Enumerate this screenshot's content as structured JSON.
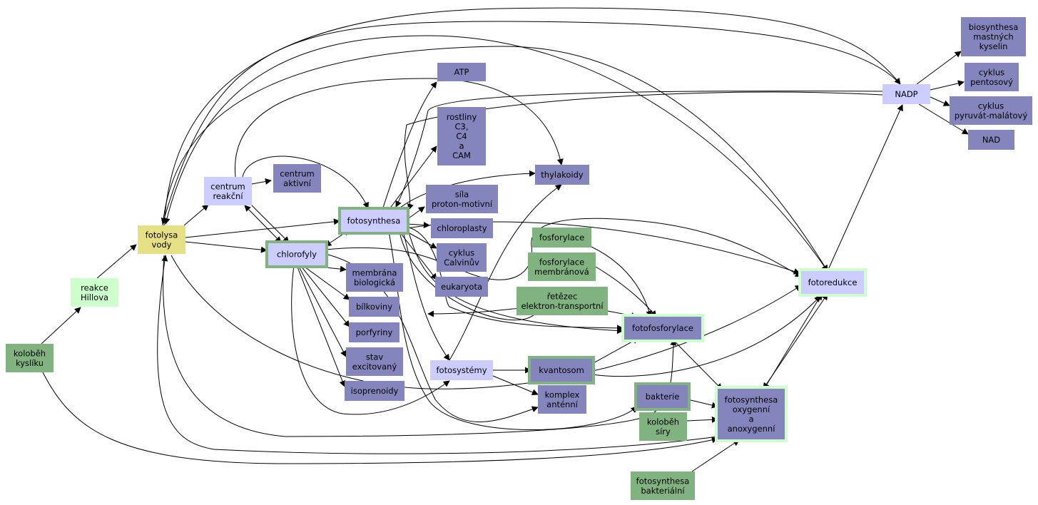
{
  "colors": {
    "blue": "#8585bd",
    "lightblue": "#ccccff",
    "green": "#80b380",
    "lightgreen": "#ccffcc",
    "yellow": "#e6e085",
    "edge": "#000000"
  },
  "nodes": {
    "kolobeh_kysliku": {
      "lines": [
        "koloběh",
        "kyslíku"
      ]
    },
    "reakce_hillova": {
      "lines": [
        "reakce",
        "Hillova"
      ]
    },
    "fotolysa_vody": {
      "lines": [
        "fotolysa",
        "vody"
      ]
    },
    "centrum_reakcni": {
      "lines": [
        "centrum",
        "reakční"
      ]
    },
    "centrum_aktivni": {
      "lines": [
        "centrum",
        "aktivní"
      ]
    },
    "chlorofyly": {
      "lines": [
        "chlorofyly"
      ]
    },
    "fotosynthesa": {
      "lines": [
        "fotosynthesa"
      ]
    },
    "atp": {
      "lines": [
        "ATP"
      ]
    },
    "rostliny": {
      "lines": [
        "rostliny",
        "C3,",
        "C4",
        "a",
        "CAM"
      ]
    },
    "sila": {
      "lines": [
        "síla",
        "proton-motivní"
      ]
    },
    "chloroplasty": {
      "lines": [
        "chloroplasty"
      ]
    },
    "cyklus_calvinuv": {
      "lines": [
        "cyklus",
        "Calvinův"
      ]
    },
    "eukaryota": {
      "lines": [
        "eukaryota"
      ]
    },
    "membrana": {
      "lines": [
        "membrána",
        "biologická"
      ]
    },
    "bilkoviny": {
      "lines": [
        "bílkoviny"
      ]
    },
    "porfyriny": {
      "lines": [
        "porfyriny"
      ]
    },
    "stav": {
      "lines": [
        "stav",
        "excitovaný"
      ]
    },
    "isoprenoidy": {
      "lines": [
        "isoprenoidy"
      ]
    },
    "thylakoidy": {
      "lines": [
        "thylakoidy"
      ]
    },
    "fotosystemy": {
      "lines": [
        "fotosystémy"
      ]
    },
    "kvantosom": {
      "lines": [
        "kvantosom"
      ]
    },
    "komplex": {
      "lines": [
        "komplex",
        "anténní"
      ]
    },
    "fosforylace": {
      "lines": [
        "fosforylace"
      ]
    },
    "fosforylace_membranova": {
      "lines": [
        "fosforylace",
        "membránová"
      ]
    },
    "retezec": {
      "lines": [
        "řetězec",
        "elektron-transportní"
      ]
    },
    "fotofosforylace": {
      "lines": [
        "fotofosforylace"
      ]
    },
    "bakterie": {
      "lines": [
        "bakterie"
      ]
    },
    "kolobeh_siry": {
      "lines": [
        "koloběh",
        "síry"
      ]
    },
    "fotosynthesa_oxy": {
      "lines": [
        "fotosynthesa",
        "oxygenní",
        "a",
        "anoxygenní"
      ]
    },
    "fotosynthesa_bakt": {
      "lines": [
        "fotosynthesa",
        "bakteriální"
      ]
    },
    "fotoredukce": {
      "lines": [
        "fotoredukce"
      ]
    },
    "nadp": {
      "lines": [
        "NADP"
      ]
    },
    "biosynthesa": {
      "lines": [
        "biosynthesa",
        "mastných",
        "kyselin"
      ]
    },
    "cyklus_pentosovy": {
      "lines": [
        "cyklus",
        "pentosový"
      ]
    },
    "cyklus_pyruvat": {
      "lines": [
        "cyklus",
        "pyruvát-malátový"
      ]
    },
    "nad": {
      "lines": [
        "NAD"
      ]
    }
  }
}
